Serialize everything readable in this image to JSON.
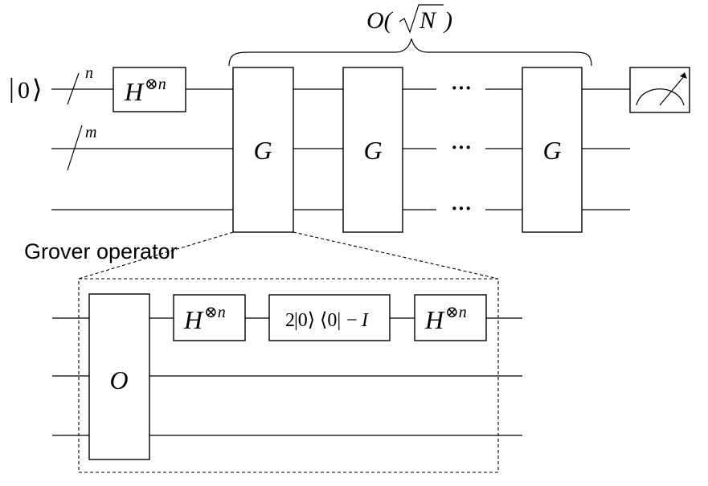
{
  "complexity": {
    "prefix": "O(",
    "radical": "√",
    "argument": "N",
    "suffix": ")"
  },
  "input": {
    "ket_left": "|",
    "ket_value": "0",
    "ket_right": "⟩"
  },
  "registers": {
    "top_width": "n",
    "middle_width": "m"
  },
  "hadamard_gate": {
    "symbol": "H",
    "power": "⊗n"
  },
  "grover_gates": {
    "label": "G",
    "ellipsis": "···"
  },
  "measurement": {
    "icon": "meter-icon"
  },
  "detail": {
    "title": "Grover operator",
    "oracle_label": "O",
    "hadamard_symbol": "H",
    "hadamard_power": "⊗n",
    "phase_gate": {
      "coefficient": "2",
      "ket": "|0⟩",
      "bra": "⟨0|",
      "minus": "−",
      "identity": "I"
    }
  }
}
